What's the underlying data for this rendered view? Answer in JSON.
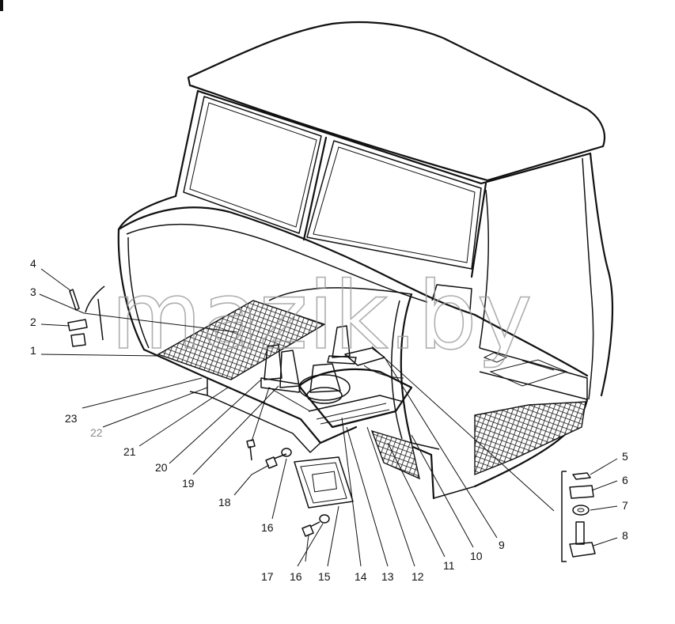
{
  "diagram": {
    "watermark": "mazik.by",
    "callouts": [
      {
        "id": "1",
        "text": "1"
      },
      {
        "id": "2",
        "text": "2"
      },
      {
        "id": "3",
        "text": "3"
      },
      {
        "id": "4",
        "text": "4"
      },
      {
        "id": "5",
        "text": "5"
      },
      {
        "id": "6",
        "text": "6"
      },
      {
        "id": "7",
        "text": "7"
      },
      {
        "id": "8",
        "text": "8"
      },
      {
        "id": "9",
        "text": "9"
      },
      {
        "id": "10",
        "text": "10"
      },
      {
        "id": "11",
        "text": "11"
      },
      {
        "id": "12",
        "text": "12"
      },
      {
        "id": "13",
        "text": "13"
      },
      {
        "id": "14",
        "text": "14"
      },
      {
        "id": "15",
        "text": "15"
      },
      {
        "id": "16a",
        "text": "16"
      },
      {
        "id": "16b",
        "text": "16"
      },
      {
        "id": "17",
        "text": "17"
      },
      {
        "id": "18",
        "text": "18"
      },
      {
        "id": "19",
        "text": "19"
      },
      {
        "id": "20",
        "text": "20"
      },
      {
        "id": "21",
        "text": "21"
      },
      {
        "id": "22",
        "text": "22"
      },
      {
        "id": "23",
        "text": "23"
      }
    ]
  }
}
